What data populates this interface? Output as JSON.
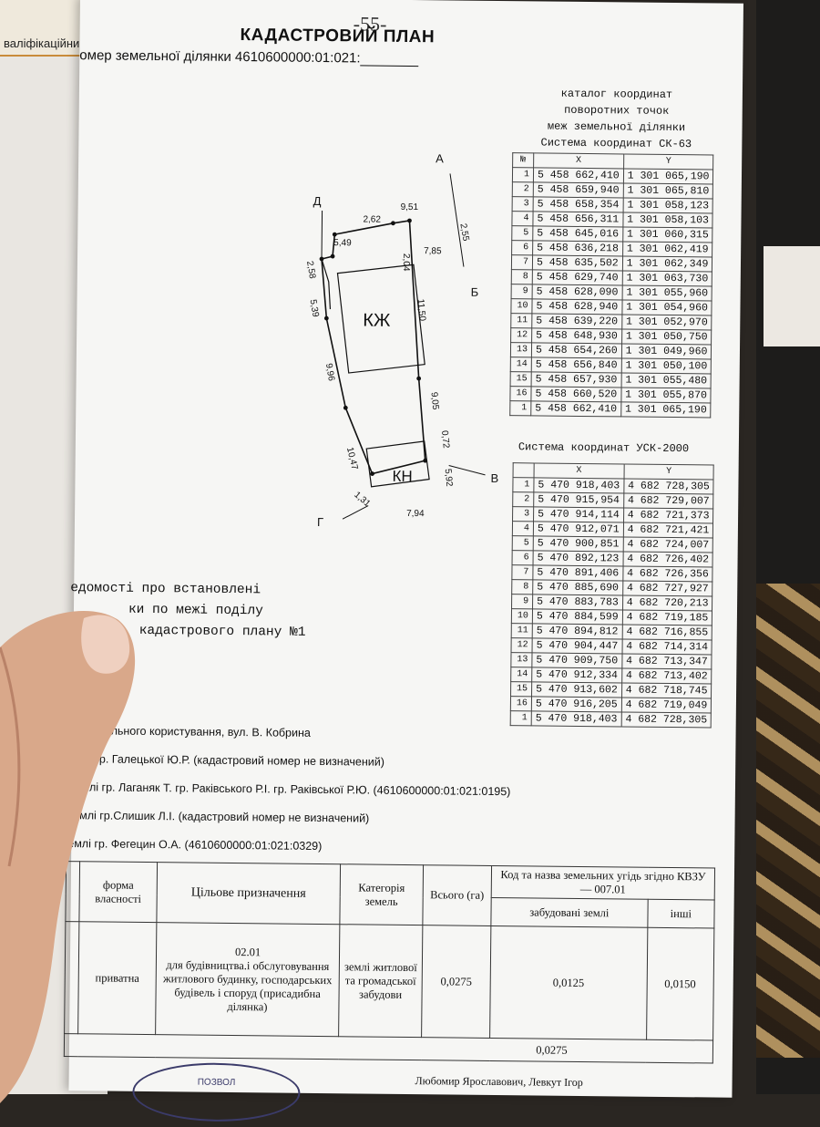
{
  "background": {
    "left_label": "валіфікаційни"
  },
  "page_number": "-55-",
  "title": "КАДАСТРОВИЙ ПЛАН",
  "parcel_line": "омер земельної ділянки 4610600000:01:021:",
  "catalog_header": [
    "каталог координат",
    "поворотних точок",
    "меж земельної ділянки",
    "Система координат СК-63"
  ],
  "sk63": {
    "headers": [
      "№",
      "X",
      "Y"
    ],
    "rows": [
      [
        "1",
        "5 458 662,410",
        "1 301 065,190"
      ],
      [
        "2",
        "5 458 659,940",
        "1 301 065,810"
      ],
      [
        "3",
        "5 458 658,354",
        "1 301 058,123"
      ],
      [
        "4",
        "5 458 656,311",
        "1 301 058,103"
      ],
      [
        "5",
        "5 458 645,016",
        "1 301 060,315"
      ],
      [
        "6",
        "5 458 636,218",
        "1 301 062,419"
      ],
      [
        "7",
        "5 458 635,502",
        "1 301 062,349"
      ],
      [
        "8",
        "5 458 629,740",
        "1 301 063,730"
      ],
      [
        "9",
        "5 458 628,090",
        "1 301 055,960"
      ],
      [
        "10",
        "5 458 628,940",
        "1 301 054,960"
      ],
      [
        "11",
        "5 458 639,220",
        "1 301 052,970"
      ],
      [
        "12",
        "5 458 648,930",
        "1 301 050,750"
      ],
      [
        "13",
        "5 458 654,260",
        "1 301 049,960"
      ],
      [
        "14",
        "5 458 656,840",
        "1 301 050,100"
      ],
      [
        "15",
        "5 458 657,930",
        "1 301 055,480"
      ],
      [
        "16",
        "5 458 660,520",
        "1 301 055,870"
      ],
      [
        "1",
        "5 458 662,410",
        "1 301 065,190"
      ]
    ]
  },
  "usk_title": "Система координат УСК-2000",
  "usk2000": {
    "headers": [
      "",
      "X",
      "Y"
    ],
    "rows": [
      [
        "1",
        "5 470 918,403",
        "4 682 728,305"
      ],
      [
        "2",
        "5 470 915,954",
        "4 682 729,007"
      ],
      [
        "3",
        "5 470 914,114",
        "4 682 721,373"
      ],
      [
        "4",
        "5 470 912,071",
        "4 682 721,421"
      ],
      [
        "5",
        "5 470 900,851",
        "4 682 724,007"
      ],
      [
        "6",
        "5 470 892,123",
        "4 682 726,402"
      ],
      [
        "7",
        "5 470 891,406",
        "4 682 726,356"
      ],
      [
        "8",
        "5 470 885,690",
        "4 682 727,927"
      ],
      [
        "9",
        "5 470 883,783",
        "4 682 720,213"
      ],
      [
        "10",
        "5 470 884,599",
        "4 682 719,185"
      ],
      [
        "11",
        "5 470 894,812",
        "4 682 716,855"
      ],
      [
        "12",
        "5 470 904,447",
        "4 682 714,314"
      ],
      [
        "13",
        "5 470 909,750",
        "4 682 713,347"
      ],
      [
        "14",
        "5 470 912,334",
        "4 682 713,402"
      ],
      [
        "15",
        "5 470 913,602",
        "4 682 718,745"
      ],
      [
        "16",
        "5 470 916,205",
        "4 682 719,049"
      ],
      [
        "1",
        "5 470 918,403",
        "4 682 728,305"
      ]
    ]
  },
  "plan": {
    "points": {
      "A": "А",
      "B": "Б",
      "V": "В",
      "G": "Г",
      "D": "Д"
    },
    "buildings": [
      "КЖ",
      "КН"
    ],
    "dims": [
      "9,51",
      "2,62",
      "5,49",
      "2,55",
      "2,04",
      "7,85",
      "2,58",
      "5,39",
      "11,50",
      "9,96",
      "9,05",
      "0,72",
      "10,47",
      "5,92",
      "1,31",
      "7,94"
    ]
  },
  "info_lines": [
    "едомості про встановлені",
    "ки по межі поділу",
    "кадастрового плану №1"
  ],
  "adjacent": [
    "млі загального користування, вул. В. Кобрина",
    "емлі гр. Галецької Ю.Р. (кадастровий номер не визначений)",
    "Землі гр. Лаганяк Т. гр. Раківського Р.І. гр. Раківської Р.Ю. (4610600000:01:021:0195)",
    "землі гр.Слишик Л.І. (кадастровий номер не визначений)",
    "емлі гр. Фегецин О.А. (4610600000:01:021:0329)"
  ],
  "land_table": {
    "h_form": "форма власності",
    "h_purpose": "Цільове призначення",
    "h_category": "Категорія земель",
    "h_total": "Всього (га)",
    "h_code": "Код та назва земельних угідь згідно КВЗУ — 007.01",
    "h_built": "забудовані землі",
    "h_other": "інші",
    "form": "приватна",
    "purpose_code": "02.01",
    "purpose": "для будівництва.і обслуговування житлового будинку, господарських будівель і споруд (присадибна ділянка)",
    "category": "землі житлової та громадської забудови",
    "total": "0,0275",
    "built": "0,0125",
    "other": "0,0150",
    "sum": "0,0275",
    "owner": "Любомир Ярославович, Левкут Ігор"
  },
  "stamp_text": "ПОЗВОЛ"
}
